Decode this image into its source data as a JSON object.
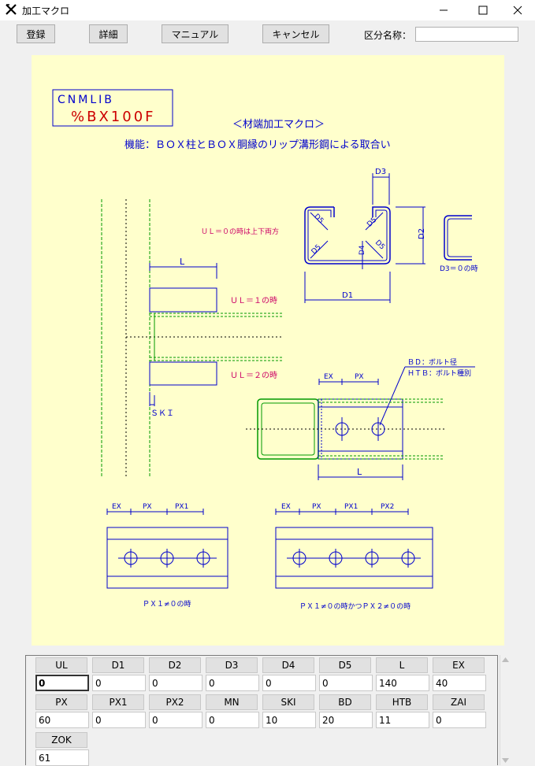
{
  "window": {
    "title": "加工マクロ",
    "minimize_icon": "minimize-icon",
    "maximize_icon": "maximize-icon",
    "close_icon": "close-icon"
  },
  "toolbar": {
    "register_label": "登録",
    "detail_label": "詳細",
    "manual_label": "マニュアル",
    "cancel_label": "キャンセル",
    "division_name_label": "区分名称：",
    "division_name_value": ""
  },
  "drawing": {
    "library_label": "CNMLIB",
    "macro_code": "%BX100F",
    "heading": "＜材端加工マクロ＞",
    "function_text": "機能：ＢＯＸ柱とＢＯＸ胴縁のリップ溝形鋼による取合い",
    "ul0_note": "ＵＬ＝０の時は上下両方",
    "ul1_note": "ＵＬ＝１の時",
    "ul2_note": "ＵＬ＝２の時",
    "dim_L": "L",
    "dim_ski": "ＳＫＩ",
    "dim_D1": "D1",
    "dim_D2": "D2",
    "dim_D3": "D3",
    "dim_D4": "D4",
    "dim_D5": "D5",
    "d3_zero_note": "D3＝０の時",
    "bd_note": "ＢＤ：ボルト径",
    "htb_note": "ＨＴＢ：ボルト種別",
    "dim_EX": "EX",
    "dim_PX": "PX",
    "dim_PX1": "PX1",
    "dim_PX2": "PX2",
    "px1_note": "ＰＸ１≠０の時",
    "px12_note": "ＰＸ１≠０の時かつＰＸ２≠０の時"
  },
  "params": [
    {
      "name": "UL",
      "value": "0"
    },
    {
      "name": "D1",
      "value": "0"
    },
    {
      "name": "D2",
      "value": "0"
    },
    {
      "name": "D3",
      "value": "0"
    },
    {
      "name": "D4",
      "value": "0"
    },
    {
      "name": "D5",
      "value": "0"
    },
    {
      "name": "L",
      "value": "140"
    },
    {
      "name": "EX",
      "value": "40"
    },
    {
      "name": "PX",
      "value": "60"
    },
    {
      "name": "PX1",
      "value": "0"
    },
    {
      "name": "PX2",
      "value": "0"
    },
    {
      "name": "MN",
      "value": "0"
    },
    {
      "name": "SKI",
      "value": "10"
    },
    {
      "name": "BD",
      "value": "20"
    },
    {
      "name": "HTB",
      "value": "11"
    },
    {
      "name": "ZAI",
      "value": "0"
    },
    {
      "name": "ZOK",
      "value": "61"
    }
  ],
  "colors": {
    "drawing_bg": "#ffffcc",
    "blue": "#0000cc",
    "red": "#cc0000",
    "green": "#009900",
    "magenta": "#cc0066"
  }
}
